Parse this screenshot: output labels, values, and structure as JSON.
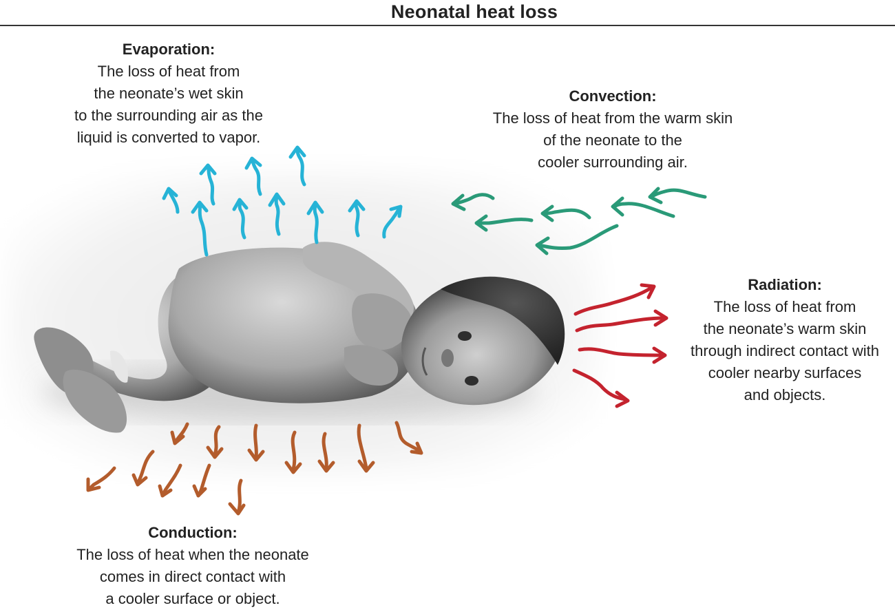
{
  "title": "Neonatal heat loss",
  "colors": {
    "evaporation": "#26b3d6",
    "convection": "#2a9a78",
    "radiation": "#c4232e",
    "conduction": "#b35c2c"
  },
  "labels": {
    "evaporation": {
      "heading": "Evaporation:",
      "lines": [
        "The loss of heat from",
        "the neonate’s wet skin",
        "to the surrounding air as the",
        "liquid is converted to vapor."
      ]
    },
    "convection": {
      "heading": "Convection:",
      "lines": [
        "The loss of heat from the warm skin",
        "of the neonate to the",
        "cooler surrounding air."
      ]
    },
    "radiation": {
      "heading": "Radiation:",
      "lines": [
        "The loss of heat from",
        "the neonate’s warm skin",
        "through indirect contact with",
        "cooler nearby surfaces",
        "and objects."
      ]
    },
    "conduction": {
      "heading": "Conduction:",
      "lines": [
        "The loss of heat when the neonate",
        "comes in direct contact with",
        "a cooler surface or object."
      ]
    }
  }
}
